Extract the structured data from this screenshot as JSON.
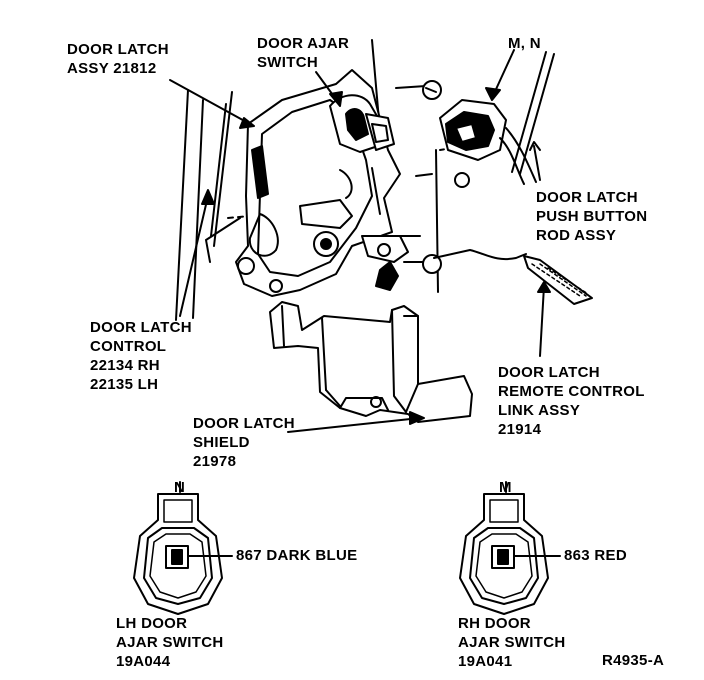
{
  "labels": {
    "door_latch_assy": [
      "DOOR LATCH",
      "ASSY 21812"
    ],
    "door_ajar_switch": [
      "DOOR AJAR",
      "SWITCH"
    ],
    "mn": "M, N",
    "push_button_rod": [
      "DOOR LATCH",
      "PUSH BUTTON",
      "ROD ASSY"
    ],
    "latch_control": [
      "DOOR LATCH",
      "CONTROL",
      "22134 RH",
      "22135 LH"
    ],
    "remote_control_link": [
      "DOOR LATCH",
      "REMOTE CONTROL",
      "LINK ASSY",
      "21914"
    ],
    "latch_shield": [
      "DOOR LATCH",
      "SHIELD",
      "21978"
    ]
  },
  "connectors": {
    "lh": {
      "letter": "N",
      "wire": "867 DARK BLUE",
      "caption": [
        "LH DOOR",
        "AJAR SWITCH",
        "19A044"
      ]
    },
    "rh": {
      "letter": "M",
      "wire": "863 RED",
      "caption": [
        "RH DOOR",
        "AJAR SWITCH",
        "19A041"
      ]
    }
  },
  "figure_id": "R4935-A",
  "colors": {
    "ink": "#000000",
    "paper": "#ffffff"
  }
}
